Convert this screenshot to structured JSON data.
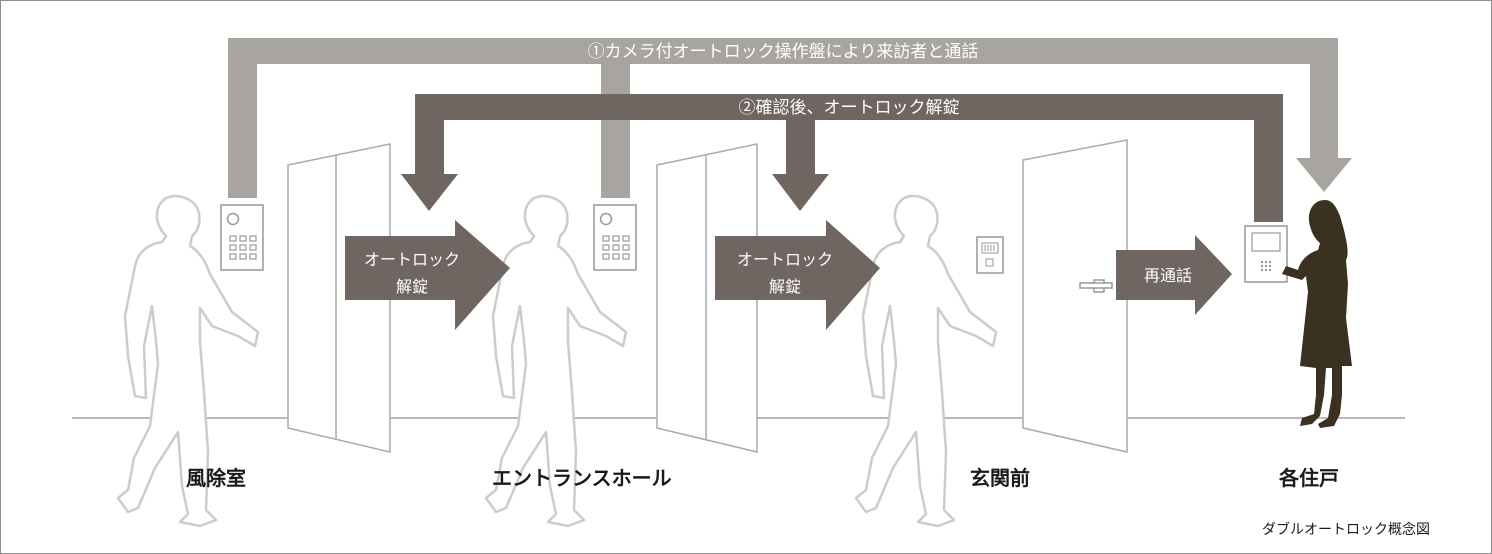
{
  "diagram": {
    "top_arrow_text": "①カメラ付オートロック操作盤により来訪者と通話",
    "second_arrow_text": "②確認後、オートロック解錠",
    "unlock_arrow_1": [
      "オートロック",
      "解錠"
    ],
    "unlock_arrow_2": [
      "オートロック",
      "解錠"
    ],
    "recall_arrow_text": "再通話",
    "locations": {
      "windbreak": "風除室",
      "entrance_hall": "エントランスホール",
      "front_door": "玄関前",
      "each_unit": "各住戸"
    },
    "caption": "ダブルオートロック概念図",
    "colors": {
      "light_arrow": "#a8a5a1",
      "dark_arrow": "#6f6661",
      "figure_outline": "#cfcfcf",
      "resident_fill": "#3b3120",
      "line": "#b9b9b9"
    }
  }
}
